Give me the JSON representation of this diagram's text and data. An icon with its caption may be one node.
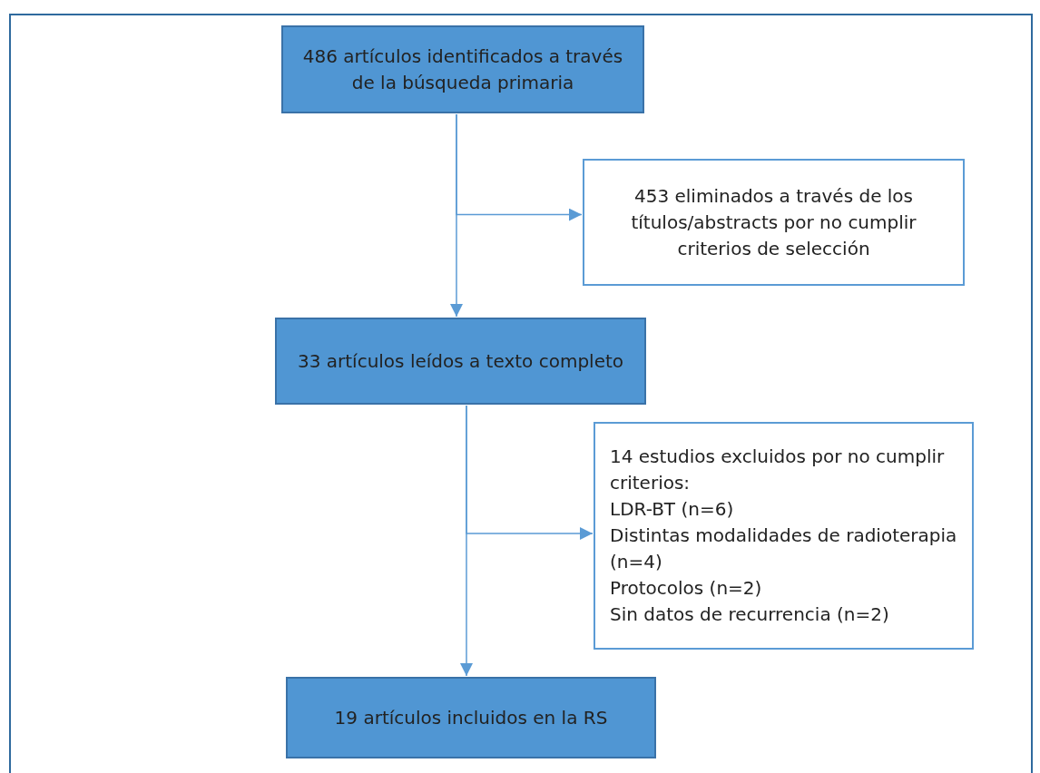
{
  "diagram": {
    "nodes": [
      {
        "text": [
          "486 artículos identificados a través de la búsqueda primaria"
        ]
      },
      {
        "text": [
          "453 eliminados a través de los títulos/abstracts por no cumplir criterios de selección"
        ]
      },
      {
        "text": [
          "33 artículos leídos a texto completo"
        ]
      },
      {
        "text": [
          "14 estudios excluidos por no cumplir criterios:",
          "LDR-BT (n=6)",
          "Distintas modalidades de radioterapia (n=4)",
          "Protocolos (n=2)",
          "Sin datos de recurrencia (n=2)"
        ]
      },
      {
        "text": [
          "19 artículos incluidos en la RS"
        ]
      }
    ],
    "edges": [
      {
        "from": 0,
        "to": 1,
        "arrow": "to"
      },
      {
        "from": 0,
        "to": 2,
        "arrow": "to"
      },
      {
        "from": 2,
        "to": 3,
        "arrow": "to"
      },
      {
        "from": 2,
        "to": 4,
        "arrow": "to"
      }
    ]
  }
}
